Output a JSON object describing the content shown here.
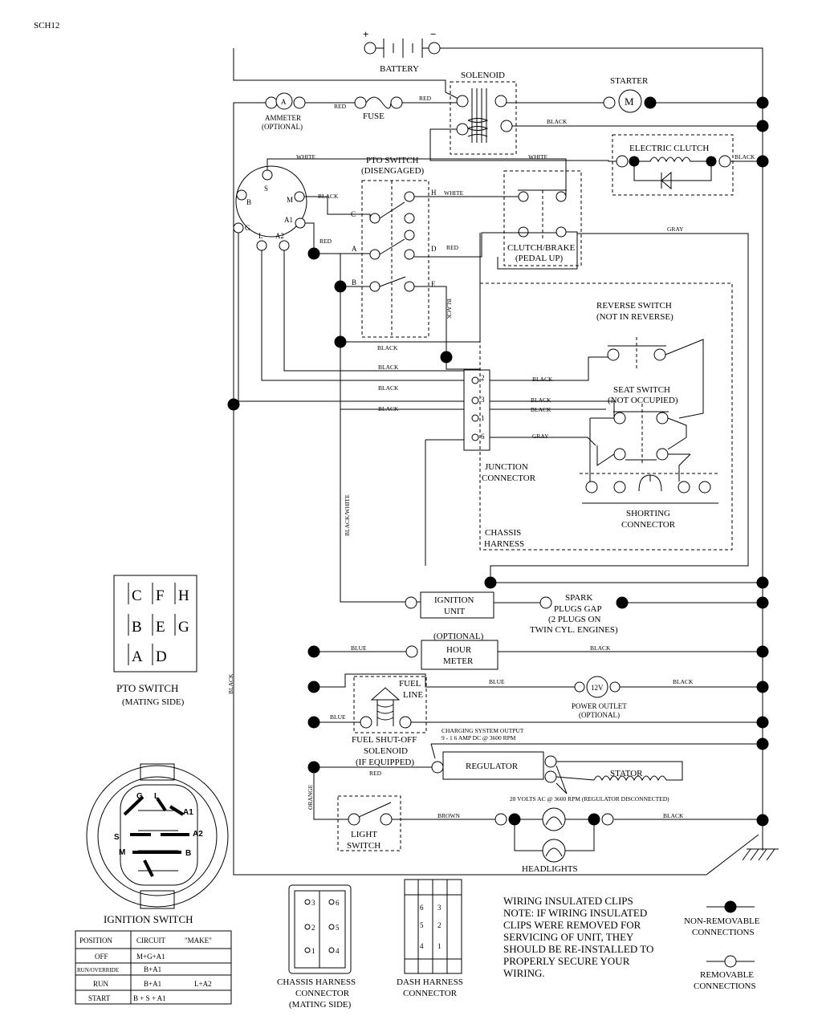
{
  "page_id": "SCH12",
  "components": {
    "battery": "BATTERY",
    "battery_plus": "+",
    "battery_minus": "−",
    "solenoid": "SOLENOID",
    "starter": "STARTER",
    "starter_symbol": "M",
    "ammeter_symbol": "A",
    "ammeter_line1": "AMMETER",
    "ammeter_line2": "(OPTIONAL)",
    "fuse": "FUSE",
    "electric_clutch": "ELECTRIC CLUTCH",
    "pto_switch_line1": "PTO SWITCH",
    "pto_switch_line2": "(DISENGAGED)",
    "clutch_brake_line1": "CLUTCH/BRAKE",
    "clutch_brake_line2": "(PEDAL UP)",
    "reverse_switch_line1": "REVERSE SWITCH",
    "reverse_switch_line2": "(NOT IN REVERSE)",
    "seat_switch_line1": "SEAT SWITCH",
    "seat_switch_line2": "(NOT OCCUPIED)",
    "junction_line1": "JUNCTION",
    "junction_line2": "CONNECTOR",
    "shorting_line1": "SHORTING",
    "shorting_line2": "CONNECTOR",
    "chassis_harness_line1": "CHASSIS",
    "chassis_harness_line2": "HARNESS",
    "ignition_unit_line1": "IGNITION",
    "ignition_unit_line2": "UNIT",
    "spark_line1": "SPARK",
    "spark_line2": "PLUGS GAP",
    "spark_line3": "(2 PLUGS ON",
    "spark_line4": "TWIN CYL. ENGINES)",
    "hour_meter_optional": "(OPTIONAL)",
    "hour_meter_line1": "HOUR",
    "hour_meter_line2": "METER",
    "power_outlet_symbol": "12V",
    "power_outlet_line1": "POWER OUTLET",
    "power_outlet_line2": "(OPTIONAL)",
    "fuel_line_1": "FUEL",
    "fuel_line_2": "LINE",
    "fuel_solenoid_line1": "FUEL SHUT-OFF",
    "fuel_solenoid_line2": "SOLENOID",
    "fuel_solenoid_line3": "(IF EQUIPPED)",
    "charging_line1": "CHARGING SYSTEM OUTPUT",
    "charging_line2": "9 - 1 6 AMP DC @ 3600 RPM",
    "regulator": "REGULATOR",
    "stator": "STATOR",
    "stator_note": "28 VOLTS AC @ 3600 RPM (REGULATOR DISCONNECTED)",
    "light_switch_line1": "LIGHT",
    "light_switch_line2": "SWITCH",
    "headlights": "HEADLIGHTS"
  },
  "ignition_terminals": {
    "B": "B",
    "S": "S",
    "M": "M",
    "A1": "A1",
    "A2": "A2",
    "L": "L",
    "G": "G"
  },
  "pto_terminals": {
    "C": "C",
    "A": "A",
    "B": "B",
    "H": "H",
    "D": "D",
    "E": "E"
  },
  "junction_pins": {
    "p2": "2",
    "p3": "3",
    "p1": "1",
    "p6": "6"
  },
  "wire_colors": {
    "red": "RED",
    "black": "BLACK",
    "white": "WHITE",
    "gray": "GRAY",
    "blue": "BLUE",
    "brown": "BROWN",
    "orange": "ORANGE",
    "black_white": "BLACK/WHITE"
  },
  "pto_mating": {
    "c": "C",
    "f": "F",
    "h": "H",
    "b": "B",
    "e": "E",
    "g": "G",
    "a": "A",
    "d": "D",
    "title": "PTO SWITCH",
    "subtitle": "(MATING SIDE)"
  },
  "ignition_switch": {
    "title": "IGNITION SWITCH",
    "g": "G",
    "l": "L",
    "a1": "A1",
    "a2": "A2",
    "s": "S",
    "m": "M",
    "b": "B",
    "table_headers": [
      "POSITION",
      "CIRCUIT",
      "\"MAKE\""
    ],
    "table_rows": [
      [
        "OFF",
        "M+G+A1",
        ""
      ],
      [
        "RUN/OVERRIDE",
        "B+A1",
        ""
      ],
      [
        "RUN",
        "B+A1",
        "L+A2"
      ],
      [
        "START",
        "B + S + A1",
        ""
      ]
    ]
  },
  "chassis_connector": {
    "pins": [
      "3",
      "6",
      "2",
      "5",
      "1",
      "4"
    ],
    "label_line1": "CHASSIS HARNESS",
    "label_line2": "CONNECTOR",
    "label_line3": "(MATING SIDE)"
  },
  "dash_connector": {
    "pins": [
      "6",
      "3",
      "5",
      "2",
      "4",
      "1"
    ],
    "label_line1": "DASH HARNESS",
    "label_line2": "CONNECTOR"
  },
  "notes": {
    "line1": "WIRING INSULATED CLIPS",
    "line2": "NOTE: IF WIRING INSULATED",
    "line3": "CLIPS WERE REMOVED FOR",
    "line4": "SERVICING OF UNIT, THEY",
    "line5": "SHOULD BE RE-INSTALLED TO",
    "line6": "PROPERLY SECURE YOUR",
    "line7": "WIRING."
  },
  "legend": {
    "nonremovable_line1": "NON-REMOVABLE",
    "nonremovable_line2": "CONNECTIONS",
    "removable_line1": "REMOVABLE",
    "removable_line2": "CONNECTIONS"
  }
}
